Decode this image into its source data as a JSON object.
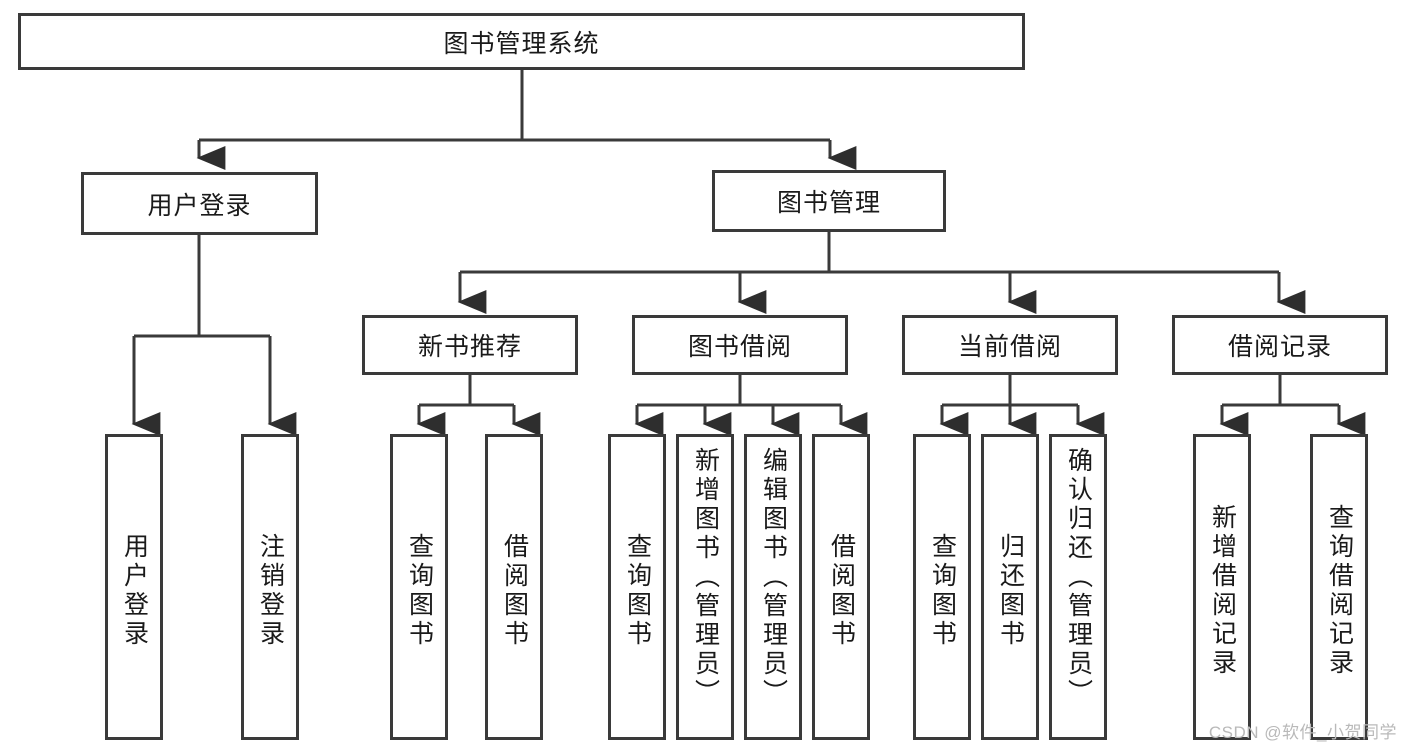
{
  "diagram": {
    "title": "图书管理系统",
    "watermark": "CSDN @软件_小贺同学",
    "level1": {
      "label": "图书管理系统"
    },
    "level2": [
      {
        "label": "用户登录"
      },
      {
        "label": "图书管理"
      }
    ],
    "level3": [
      {
        "label": "新书推荐"
      },
      {
        "label": "图书借阅"
      },
      {
        "label": "当前借阅"
      },
      {
        "label": "借阅记录"
      }
    ],
    "leaves": {
      "user_login": [
        {
          "label": "用户登录"
        },
        {
          "label": "注销登录"
        }
      ],
      "new_book": [
        {
          "label": "查询图书"
        },
        {
          "label": "借阅图书"
        }
      ],
      "borrow": [
        {
          "label": "查询图书"
        },
        {
          "label": "新增图书（管理员）"
        },
        {
          "label": "编辑图书（管理员）"
        },
        {
          "label": "借阅图书"
        }
      ],
      "current": [
        {
          "label": "查询图书"
        },
        {
          "label": "归还图书"
        },
        {
          "label": "确认归还（管理员）"
        }
      ],
      "records": [
        {
          "label": "新增借阅记录"
        },
        {
          "label": "查询借阅记录"
        }
      ]
    }
  },
  "colors": {
    "border": "#3a3a3a",
    "text": "#1a1a1a",
    "background": "#ffffff",
    "watermark": "#b9b9b9"
  }
}
